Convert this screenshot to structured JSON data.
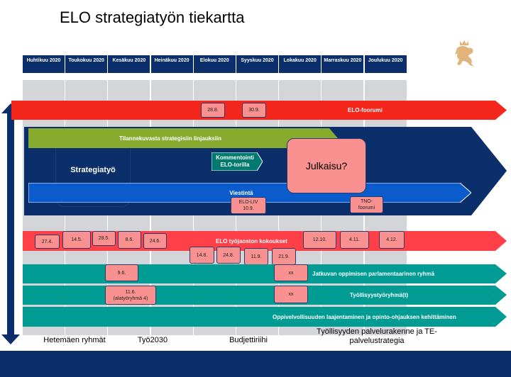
{
  "title": "ELO strategiatyön tiekartta",
  "months": [
    "Huhtikuu 2020",
    "Toukokuu 2020",
    "Kesäkuu 2020",
    "Heinäkuu 2020",
    "Elokuu 2020",
    "Syyskuu 2020",
    "Lokakuu 2020",
    "Marraskuu 2020",
    "Joulukuu 2020"
  ],
  "forum": {
    "label": "ELO-foorumi",
    "dates": [
      "28.8.",
      "30.9."
    ]
  },
  "strategy": {
    "label": "Strategiatyö",
    "green": "Tilannekuvasta strategisiin linjauksiin",
    "comment": "Kommentointi ELO-torilla",
    "publish": "Julkaisu?",
    "comms": "Viestintä",
    "elo_liv": "ELO-LIV 10.9.",
    "tno": "TNO-foorumi"
  },
  "meetings": {
    "label": "ELO työjaoston kokoukset",
    "row1": [
      "27.4.",
      "14.5.",
      "28.5.",
      "8.6.",
      "24.6.",
      "12.10.",
      "4.11.",
      "4.12."
    ],
    "row2": [
      "14.8.",
      "24.8.",
      "11.9.",
      "21.9."
    ]
  },
  "groups": [
    {
      "label": "Jatkuvan oppimisen parlamentaarinen ryhmä",
      "box1": "9.6.",
      "box2": "xx"
    },
    {
      "label": "Työllisyystyöryhmä(t)",
      "box1": "11.6. (alatyöryhmä 4)",
      "box2": "xx"
    },
    {
      "label": "Oppivelvollisuuden laajentaminen ja opinto-ohjauksen kehittäminen"
    }
  ],
  "bottom": [
    "Hetemäen ryhmät",
    "Työ2030",
    "Budjettiriihi",
    "Työllisyyden palvelurakenne ja TE-palvelustrategia"
  ],
  "colors": {
    "navy": "#0a2f6b",
    "red": "#f5261b",
    "green": "#86ab2f",
    "teal": "#009c94",
    "blue": "#0a5ccc",
    "pink": "#f99191"
  }
}
